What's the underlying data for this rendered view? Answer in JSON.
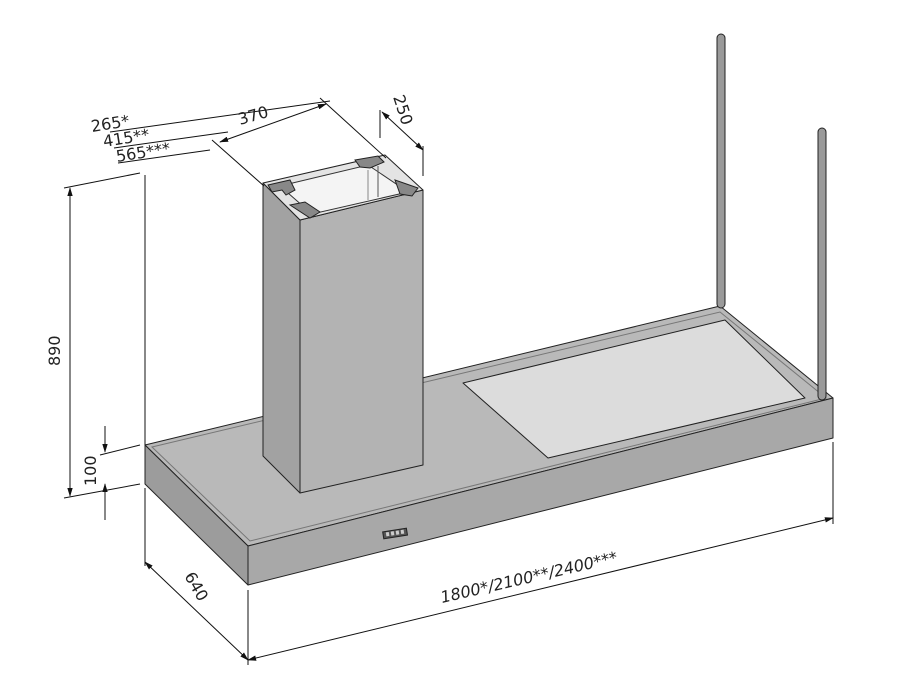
{
  "dimensions": {
    "chimney_offset_1": "265*",
    "chimney_offset_2": "415**",
    "chimney_offset_3": "565***",
    "chimney_width": "370",
    "chimney_depth": "250",
    "overall_height": "890",
    "canopy_thickness": "100",
    "canopy_depth": "640",
    "canopy_length": "1800*/2100**/2400***"
  },
  "colors": {
    "canopy_top": "#b9b9b9",
    "canopy_front": "#a8a8a8",
    "canopy_side": "#9c9c9c",
    "chimney_front": "#a2a2a2",
    "chimney_side": "#b3b3b3",
    "filter_panel": "#dcdcdc",
    "rod": "#9a9a9a"
  }
}
